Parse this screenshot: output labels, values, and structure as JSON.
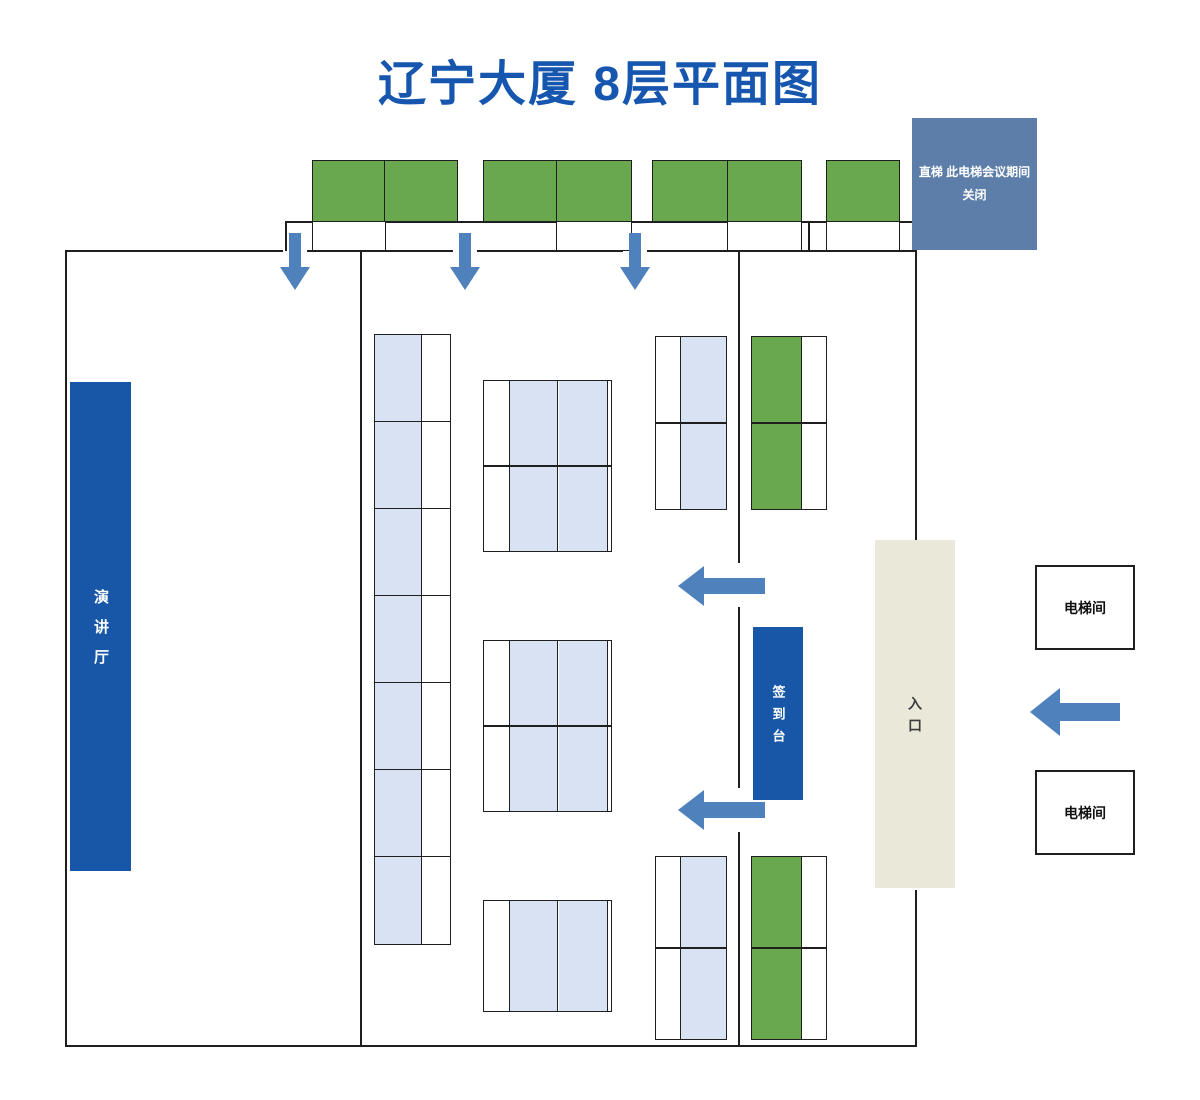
{
  "title": "辽宁大厦 8层平面图",
  "rooms": {
    "lecture_hall": {
      "label": "演讲厅"
    },
    "sign_in_desk": {
      "label": "签到台"
    },
    "entrance": {
      "label": "入口"
    },
    "elevator_room_top": {
      "label": "电梯间"
    },
    "elevator_room_bottom": {
      "label": "电梯间"
    },
    "closed_elevator": {
      "line1": "直梯 此电梯会议期间",
      "line2": "关闭"
    }
  },
  "icons": {
    "down_arrow": "↓ flow arrow into hall",
    "left_arrow": "← flow arrow toward lecture hall",
    "entrance_arrow": "← arrow into entrance"
  },
  "colors": {
    "title_blue": "#1756ae",
    "room_dark_blue": "#1857a8",
    "arrow_steel_blue": "#4f81bd",
    "notice_muted_blue": "#5c7ea8",
    "table_green": "#69a84f",
    "table_light_blue": "#d9e2f3",
    "entrance_beige": "#eae8d8",
    "wall": "#1f1f1f"
  }
}
